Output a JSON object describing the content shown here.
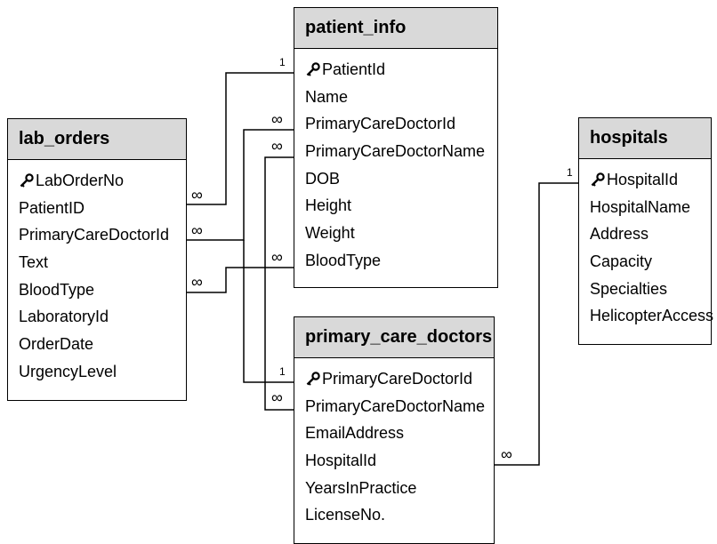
{
  "tables": {
    "patient_info": {
      "title": "patient_info",
      "fields": [
        "PatientId",
        "Name",
        "PrimaryCareDoctorId",
        "PrimaryCareDoctorName",
        "DOB",
        "Height",
        "Weight",
        "BloodType"
      ]
    },
    "lab_orders": {
      "title": "lab_orders",
      "fields": [
        "LabOrderNo",
        "PatientID",
        "PrimaryCareDoctorId",
        "Text",
        "BloodType",
        "LaboratoryId",
        "OrderDate",
        "UrgencyLevel"
      ]
    },
    "hospitals": {
      "title": "hospitals",
      "fields": [
        "HospitalId",
        "HospitalName",
        "Address",
        "Capacity",
        "Specialties",
        "HelicopterAccess"
      ]
    },
    "primary_care_doctors": {
      "title": "primary_care_doctors",
      "fields": [
        "PrimaryCareDoctorId",
        "PrimaryCareDoctorName",
        "EmailAddress",
        "HospitalId",
        "YearsInPractice",
        "LicenseNo."
      ]
    }
  },
  "cardinality": {
    "one": "1",
    "many": "∞"
  }
}
